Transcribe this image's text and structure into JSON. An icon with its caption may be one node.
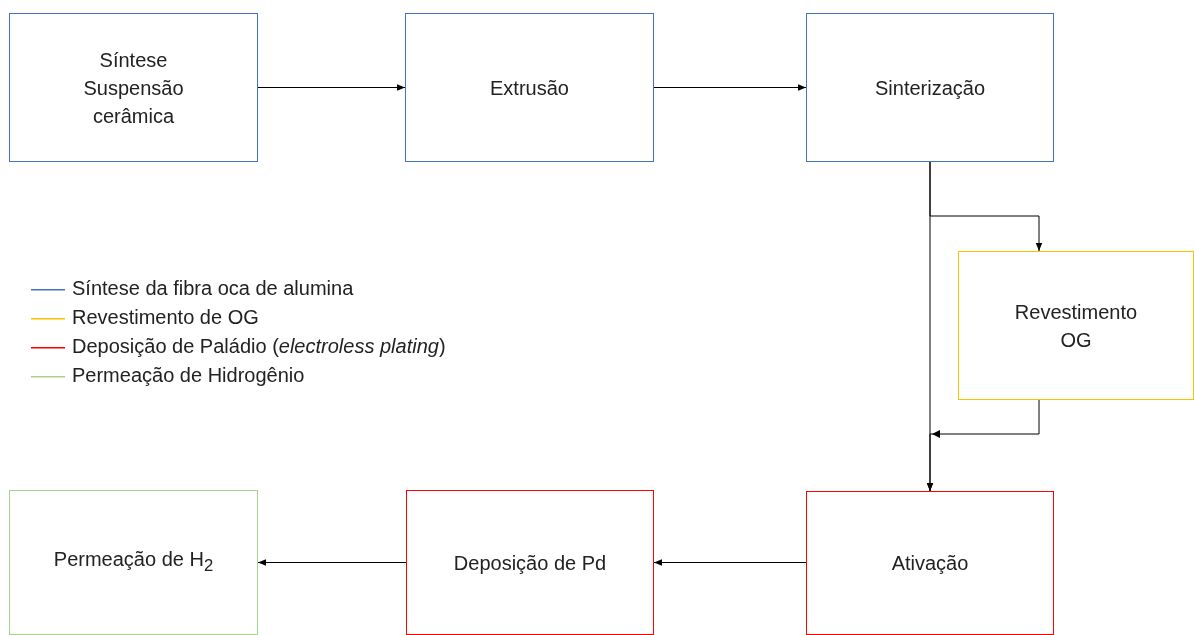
{
  "diagram": {
    "nodes": [
      {
        "text": [
          "Síntese Suspensão cerâmica"
        ]
      },
      {
        "text": [
          "Extrusão"
        ]
      },
      {
        "text": [
          "Sinterização"
        ]
      },
      {
        "text": [
          "Revestimento OG"
        ]
      },
      {
        "text": [
          "Ativação"
        ]
      },
      {
        "text": [
          "Deposição de Pd"
        ]
      },
      {
        "text": [
          "Permeação de H$_{2}$"
        ]
      }
    ],
    "edges": [
      {
        "from": 0,
        "to": 1,
        "arrow": "to"
      },
      {
        "from": 1,
        "to": 2,
        "arrow": "to"
      },
      {
        "from": 2,
        "to": 3,
        "arrow": "to"
      },
      {
        "from": 2,
        "to": 4,
        "arrow": "to"
      },
      {
        "from": 3,
        "to": 4,
        "arrow": "to"
      },
      {
        "from": 4,
        "to": 5,
        "arrow": "to"
      },
      {
        "from": 5,
        "to": 6,
        "arrow": "to"
      }
    ],
    "legend": [
      {
        "text": "Síntese da fibra oca de alumina",
        "color": "#4472c4"
      },
      {
        "text": "Revestimento de OG",
        "color": "#ffc000"
      },
      {
        "text": "Deposição de Paládio (*electroless plating*)",
        "color": "#ff0000"
      },
      {
        "text": "Permeação de Hidrogênio",
        "color": "#a9d18e"
      }
    ]
  }
}
